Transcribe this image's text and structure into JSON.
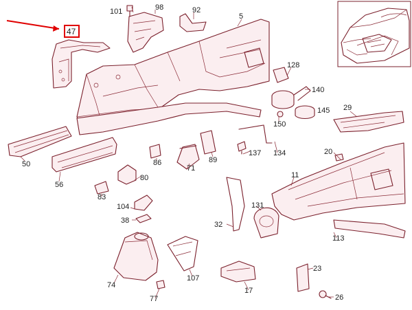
{
  "diagram": {
    "highlight": {
      "label": "47",
      "color": "#e00000"
    },
    "parts": [
      {
        "id": "101",
        "label": "101"
      },
      {
        "id": "98",
        "label": "98"
      },
      {
        "id": "92",
        "label": "92"
      },
      {
        "id": "5",
        "label": "5"
      },
      {
        "id": "128",
        "label": "128"
      },
      {
        "id": "140",
        "label": "140"
      },
      {
        "id": "145",
        "label": "145"
      },
      {
        "id": "150",
        "label": "150"
      },
      {
        "id": "29",
        "label": "29"
      },
      {
        "id": "50",
        "label": "50"
      },
      {
        "id": "56",
        "label": "56"
      },
      {
        "id": "86",
        "label": "86"
      },
      {
        "id": "71",
        "label": "71"
      },
      {
        "id": "89",
        "label": "89"
      },
      {
        "id": "137",
        "label": "137"
      },
      {
        "id": "134",
        "label": "134"
      },
      {
        "id": "20",
        "label": "20"
      },
      {
        "id": "80",
        "label": "80"
      },
      {
        "id": "83",
        "label": "83"
      },
      {
        "id": "11",
        "label": "11"
      },
      {
        "id": "104",
        "label": "104"
      },
      {
        "id": "131",
        "label": "131"
      },
      {
        "id": "38",
        "label": "38"
      },
      {
        "id": "32",
        "label": "32"
      },
      {
        "id": "113",
        "label": "113"
      },
      {
        "id": "74",
        "label": "74"
      },
      {
        "id": "107",
        "label": "107"
      },
      {
        "id": "17",
        "label": "17"
      },
      {
        "id": "23",
        "label": "23"
      },
      {
        "id": "77",
        "label": "77"
      },
      {
        "id": "26",
        "label": "26"
      }
    ],
    "colors": {
      "line": "#7a1f2b",
      "fill": "#fbeef0",
      "text": "#222222",
      "accent": "#e00000"
    }
  }
}
